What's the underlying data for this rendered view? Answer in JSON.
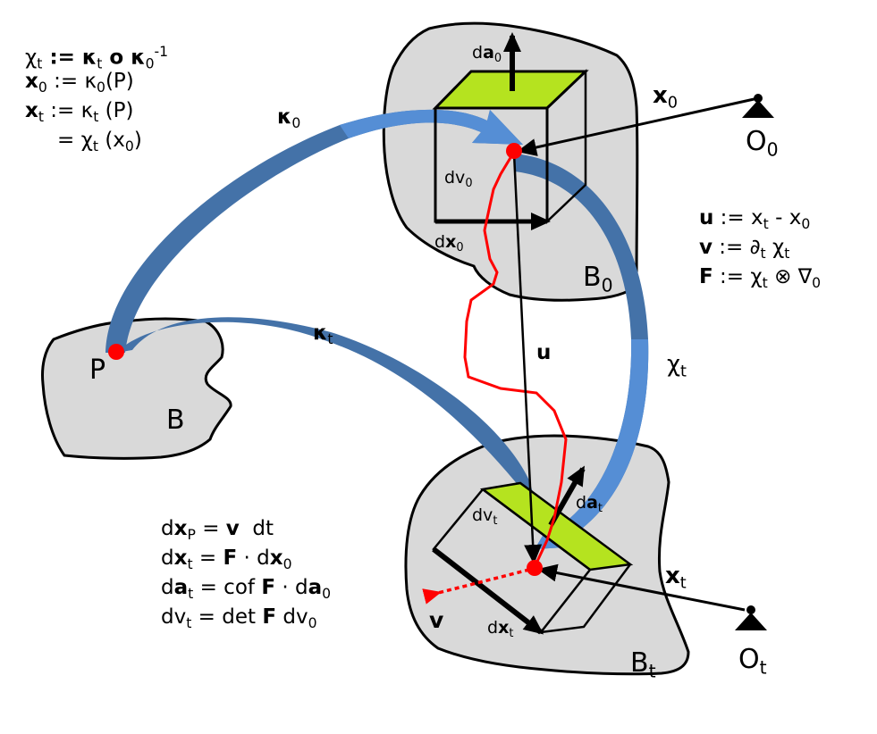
{
  "colors": {
    "body_fill": "#d9d9d9",
    "outline": "#000000",
    "arrow_blue_light": "#558ed5",
    "arrow_blue_dark": "#4472a8",
    "area_green": "#b5e31f",
    "point_red": "#ff0000"
  },
  "definitions_top_left": [
    {
      "main": "χ",
      "sub": "t",
      "rest": " := κ",
      "rest_sub": "t",
      "tail": " o κ",
      "tail_sub": "0",
      "sup": "-1"
    },
    {
      "main": "x",
      "sub": "0",
      "rest": " := κ",
      "rest_sub": "0",
      "tail": "(P)"
    },
    {
      "main": "x",
      "sub": "t",
      "rest": " := κ",
      "rest_sub": "t",
      "tail": " (P)"
    },
    {
      "main": "= χ",
      "sub": "t",
      "rest": " (x",
      "rest_sub": "0",
      "tail": ")"
    }
  ],
  "definitions_right": [
    {
      "main": "u",
      "rest": " := x",
      "rest_sub": "t",
      "tail": " - x",
      "tail_sub": "0"
    },
    {
      "main": "v",
      "rest": " := ∂",
      "rest_sub": "t",
      "tail": " χ",
      "tail_sub": "t"
    },
    {
      "main": "F",
      "rest": " := χ",
      "rest_sub": "t",
      "tail": " ⊗ ∇",
      "tail_sub": "0"
    }
  ],
  "relations_bottom_left": [
    {
      "a": "d",
      "b": "x",
      "b_sub": "P",
      "c": " = ",
      "d": "v",
      "e": "  dt"
    },
    {
      "a": "d",
      "b": "x",
      "b_sub": "t",
      "c": " = ",
      "d": "F",
      "e": " · d",
      "f": "x",
      "f_sub": "0"
    },
    {
      "a": "d",
      "b": "a",
      "b_sub": "t",
      "c": " = cof ",
      "d": "F",
      "e": " · d",
      "f": "a",
      "f_sub": "0"
    },
    {
      "a": "dv",
      "b_sub": "t",
      "c": " = det ",
      "d": "F",
      "e": " dv",
      "f_sub": "0"
    }
  ],
  "labels": {
    "kappa0": {
      "main": "κ",
      "sub": "0"
    },
    "kappat": {
      "main": "κ",
      "sub": "t"
    },
    "chit": {
      "main": "χ",
      "sub": "t"
    },
    "u": "u",
    "v": "v",
    "P": "P",
    "B": "B",
    "B0": {
      "main": "B",
      "sub": "0"
    },
    "Bt": {
      "main": "B",
      "sub": "t"
    },
    "O0": {
      "main": "O",
      "sub": "0"
    },
    "Ot": {
      "main": "O",
      "sub": "t"
    },
    "x0": {
      "main": "x",
      "sub": "0"
    },
    "xt": {
      "main": "x",
      "sub": "t"
    },
    "da0": {
      "pre": "d",
      "main": "a",
      "sub": "0"
    },
    "dat": {
      "pre": "d",
      "main": "a",
      "sub": "t"
    },
    "dv0": {
      "main": "dv",
      "sub": "0"
    },
    "dvt": {
      "main": "dv",
      "sub": "t"
    },
    "dx0": {
      "pre": "d",
      "main": "x",
      "sub": "0"
    },
    "dxt": {
      "pre": "d",
      "main": "x",
      "sub": "t"
    }
  }
}
